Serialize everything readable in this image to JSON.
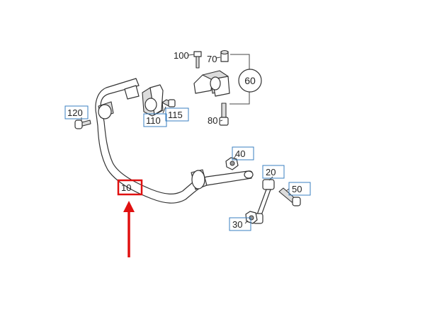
{
  "diagram": {
    "colors": {
      "callout_box": "#3a7fc0",
      "highlight": "#e01010",
      "line": "#333333"
    },
    "callouts": {
      "p10": "10",
      "p20": "20",
      "p30": "30",
      "p40": "40",
      "p50": "50",
      "p60": "60",
      "p70": "70",
      "p80": "80",
      "p100": "100",
      "p110": "110",
      "p115": "115",
      "p120": "120"
    },
    "highlight": {
      "part": "10",
      "indicator": "red-arrow-up"
    }
  }
}
